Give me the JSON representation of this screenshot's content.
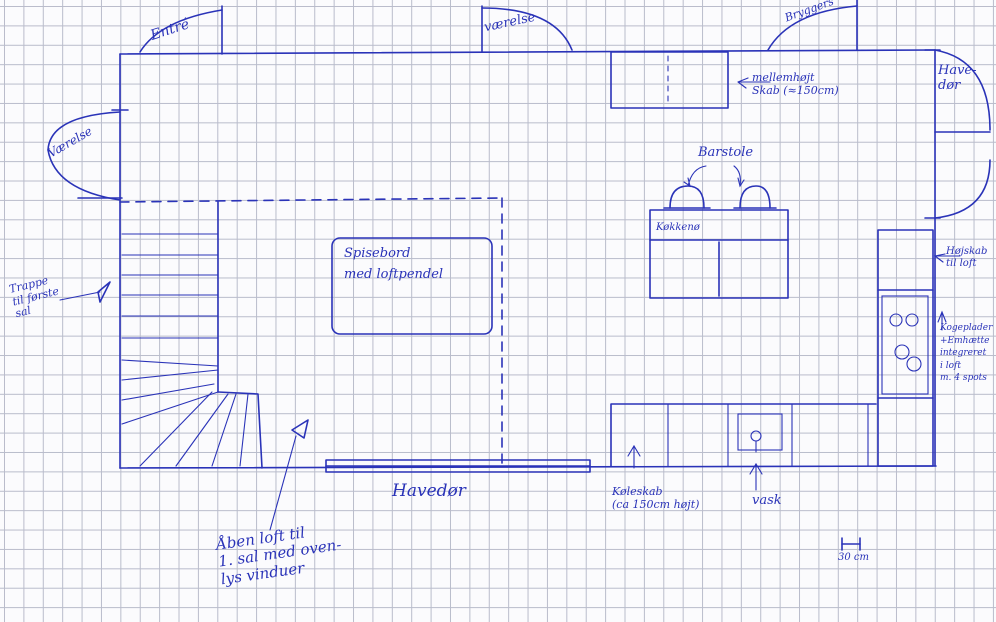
{
  "colors": {
    "ink": "#2a33b8",
    "grid": "#b9bccb",
    "paper": "#fbfbfd"
  },
  "labels": {
    "entre": "Entré",
    "vaerelse_top": "værelse",
    "bryggers": "Bryggers",
    "vaerelse_left": "Værelse",
    "havedor_right": "Have-\ndør",
    "mellemhojt_skab": "mellemhøjt\nSkab (≈150cm)",
    "barstole": "Barstole",
    "kokkenoe": "Køkkenø",
    "hojskab": "Højskab\ntil loft",
    "kogeplader": "Kogeplader\n+Emhætte\nintegreret\ni loft\nm. 4 spots",
    "trappe": "Trappe\ntil første\nsal",
    "spisebord": "Spisebord\nmed loftpendel",
    "haveddor_bottom": "Havedør",
    "koleskab": "Køleskab\n(ca 150cm højt)",
    "vask": "vask",
    "aaben_loft": "Åben loft til\n1. sal med oven-\nlys vinduer",
    "scale": "30 cm"
  }
}
